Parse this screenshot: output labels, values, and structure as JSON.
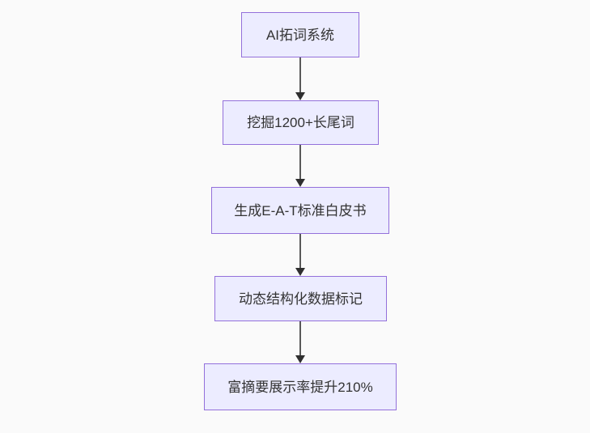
{
  "flowchart": {
    "type": "flowchart",
    "direction": "top-down",
    "nodes": [
      {
        "label": "AI拓词系统"
      },
      {
        "label": "挖掘1200+长尾词"
      },
      {
        "label": "生成E-A-T标准白皮书"
      },
      {
        "label": "动态结构化数据标记"
      },
      {
        "label": "富摘要展示率提升210%"
      }
    ],
    "edges": [
      {
        "from": "AI拓词系统",
        "to": "挖掘1200+长尾词",
        "arrow": "down"
      },
      {
        "from": "挖掘1200+长尾词",
        "to": "生成E-A-T标准白皮书",
        "arrow": "down"
      },
      {
        "from": "生成E-A-T标准白皮书",
        "to": "动态结构化数据标记",
        "arrow": "down"
      },
      {
        "from": "动态结构化数据标记",
        "to": "富摘要展示率提升210%",
        "arrow": "down"
      }
    ],
    "colors": {
      "background": "#fafafa",
      "node_fill": "#ececff",
      "node_border": "#9370db",
      "text": "#333333",
      "arrow_line": "#585858",
      "arrow_head": "#2f2f2f"
    }
  }
}
